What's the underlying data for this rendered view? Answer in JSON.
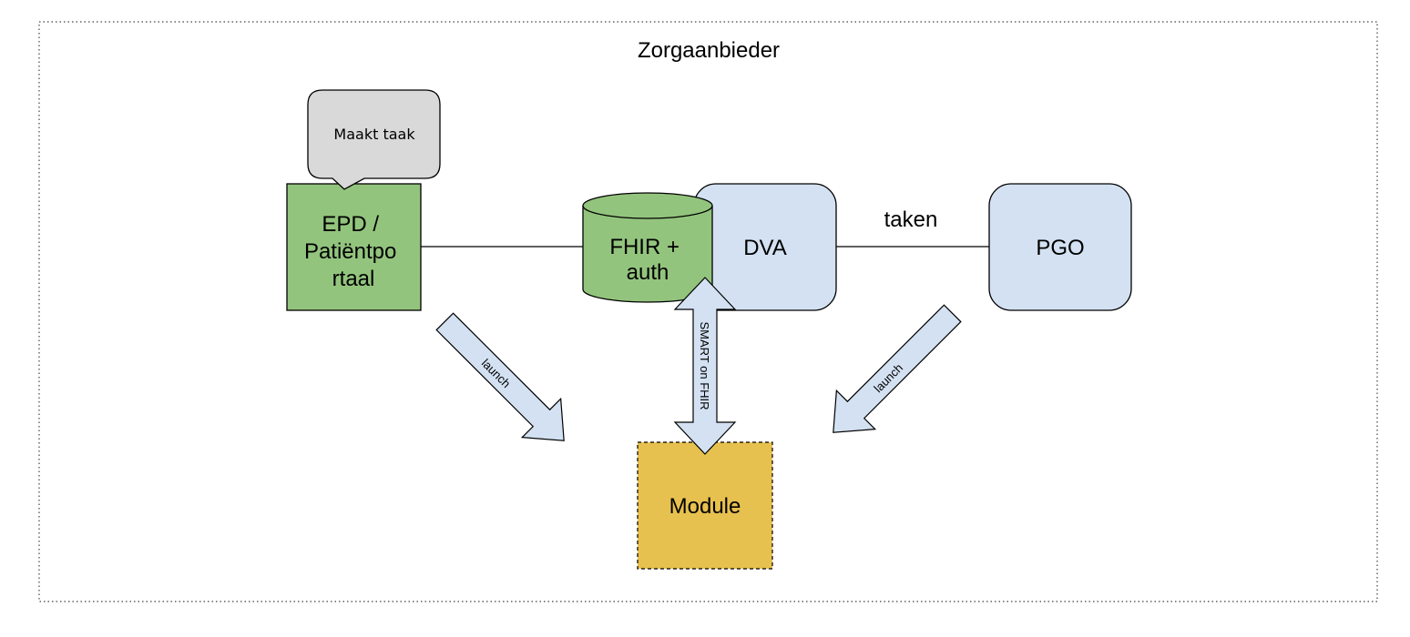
{
  "diagram": {
    "container": {
      "label": "Zorgaanbieder"
    },
    "callout": {
      "label": "Maakt taak"
    },
    "nodes": {
      "epd": {
        "lines": [
          "EPD /",
          "Patiëntpo",
          "rtaal"
        ]
      },
      "fhir": {
        "lines": [
          "FHIR +",
          "auth"
        ]
      },
      "dva": {
        "label": "DVA"
      },
      "pgo": {
        "label": "PGO"
      },
      "module": {
        "label": "Module"
      }
    },
    "edges": {
      "dva_pgo": {
        "label": "taken"
      },
      "epd_launch": {
        "label": "launch"
      },
      "pgo_launch": {
        "label": "launch"
      },
      "smart": {
        "label": "SMART on FHIR"
      }
    }
  },
  "colors": {
    "green": "#93c47d",
    "blue": "#d3e1f2",
    "yellow": "#e7c14f",
    "gray": "#d9d9d9",
    "stroke": "#000000"
  }
}
